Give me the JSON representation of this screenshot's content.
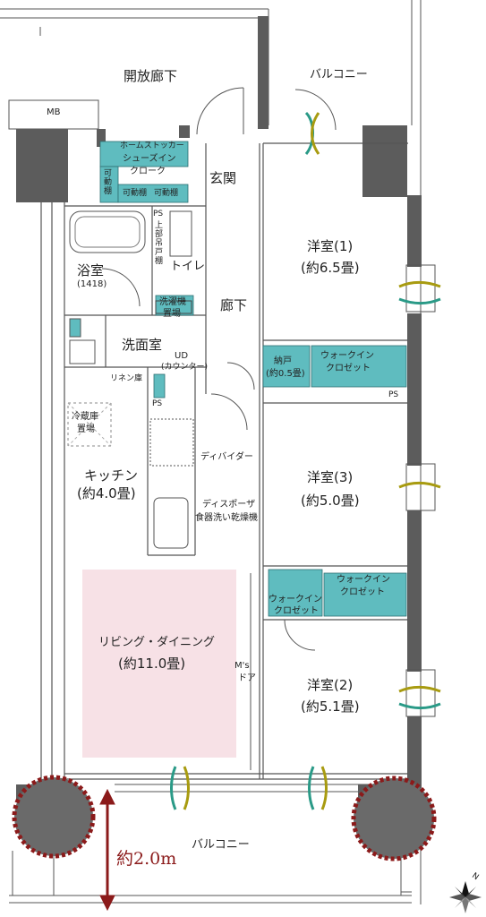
{
  "rooms": {
    "open_corridor": "開放廊下",
    "balcony_top": "バルコニー",
    "mb": "MB",
    "home_stocker": "ホームストッカー",
    "shoes_in_closet_1": "シューズイン",
    "shoes_in_closet_2": "クローク",
    "movable_shelf_v": "可\n動\n棚",
    "movable_shelf_1": "可動棚",
    "movable_shelf_2": "可動棚",
    "entrance": "玄関",
    "ps_1": "PS",
    "upper_cabinet": "上\n部\n吊\n戸\n棚",
    "toilet": "トイレ",
    "bathroom": "浴室",
    "bath_size": "(1418)",
    "washer_space_1": "洗濯機",
    "washer_space_2": "置場",
    "corridor": "廊下",
    "washroom": "洗面室",
    "ud_1": "UD",
    "ud_2": "(カウンター)",
    "linen": "リネン庫",
    "ps_2": "PS",
    "fridge_1": "冷蔵庫",
    "fridge_2": "置場",
    "kitchen": "キッチン",
    "kitchen_size": "(約4.0畳)",
    "divider": "ディバイダー",
    "disposer": "ディスポーザ",
    "dishwasher": "食器洗い乾燥機",
    "western_1": "洋室(1)",
    "western_1_size": "(約6.5畳)",
    "storage": "納戸",
    "storage_size": "(約0.5畳)",
    "walk_in_1a": "ウォークイン",
    "walk_in_1b": "クロゼット",
    "ps_3": "PS",
    "western_3": "洋室(3)",
    "western_3_size": "(約5.0畳)",
    "walk_in_2a": "ウォークイン",
    "walk_in_2b": "クロゼット",
    "walk_in_3a": "ウォークイン",
    "walk_in_3b": "クロゼット",
    "living": "リビング・ダイニング",
    "living_size": "(約11.0畳)",
    "ms_door_1": "M's",
    "ms_door_2": "ドア",
    "western_2": "洋室(2)",
    "western_2_size": "(約5.1畳)",
    "balcony_bottom": "バルコニー",
    "balcony_depth": "約2.0m",
    "compass_north": "N"
  },
  "colors": {
    "wall": "#5c5c5c",
    "teal_fixture": "#5fbcbf",
    "living_fill": "#f7e1e6",
    "tree_outline": "#8b1a1a",
    "vent_teal": "#2a9a87",
    "vent_olive": "#a89b10"
  }
}
